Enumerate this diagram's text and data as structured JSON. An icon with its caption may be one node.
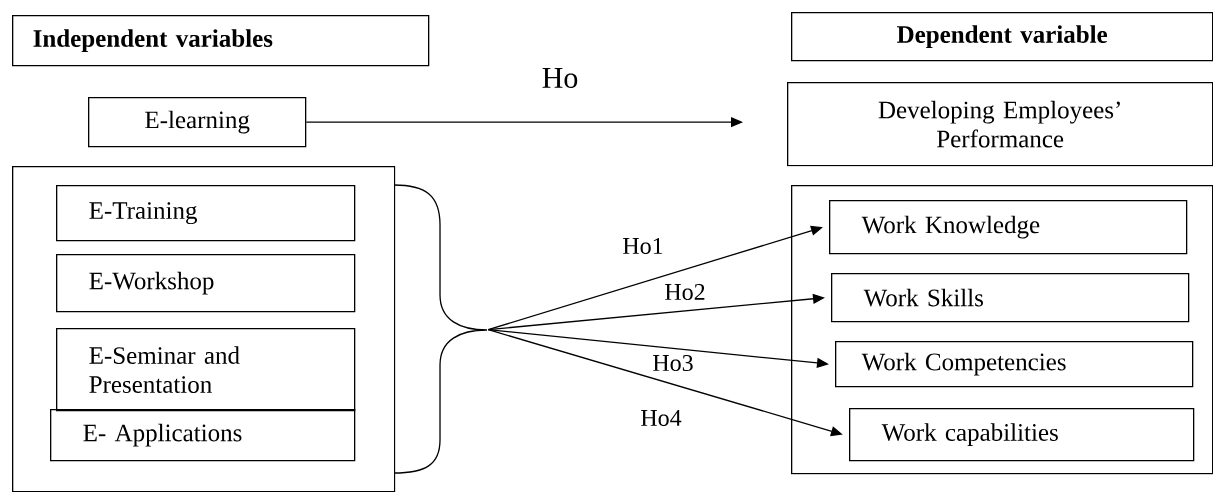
{
  "diagram": {
    "nodes": [
      {
        "text": [
          "Independent variables"
        ]
      },
      {
        "text": [
          "Dependent variable"
        ]
      },
      {
        "text": [
          "E-learning"
        ]
      },
      {
        "text": [
          "Developing Employees’ Performance"
        ]
      },
      {
        "text": [],
        "shape": "box"
      },
      {
        "text": [
          "E-Training"
        ],
        "in": 4
      },
      {
        "text": [
          "E-Workshop"
        ],
        "in": 4
      },
      {
        "text": [
          "E-Seminar and Presentation"
        ],
        "in": 4
      },
      {
        "text": [
          "E- Applications"
        ],
        "in": 4
      },
      {
        "text": [],
        "shape": "box"
      },
      {
        "text": [
          "Work Knowledge"
        ],
        "in": 9
      },
      {
        "text": [
          "Work Skills"
        ],
        "in": 9
      },
      {
        "text": [
          "Work Competencies"
        ],
        "in": 9
      },
      {
        "text": [
          "Work capabilities"
        ],
        "in": 9
      },
      {
        "text": [],
        "shape": "brace"
      }
    ],
    "edges": [
      {
        "from": 2,
        "to": 3,
        "arrow": "to",
        "label": "Ho"
      },
      {
        "from": 14,
        "to": 10,
        "arrow": "to",
        "label": "Ho1"
      },
      {
        "from": 14,
        "to": 11,
        "arrow": "to",
        "label": "Ho2"
      },
      {
        "from": 14,
        "to": 12,
        "arrow": "to",
        "label": "Ho3"
      },
      {
        "from": 14,
        "to": 13,
        "arrow": "to",
        "label": "Ho4"
      }
    ]
  }
}
